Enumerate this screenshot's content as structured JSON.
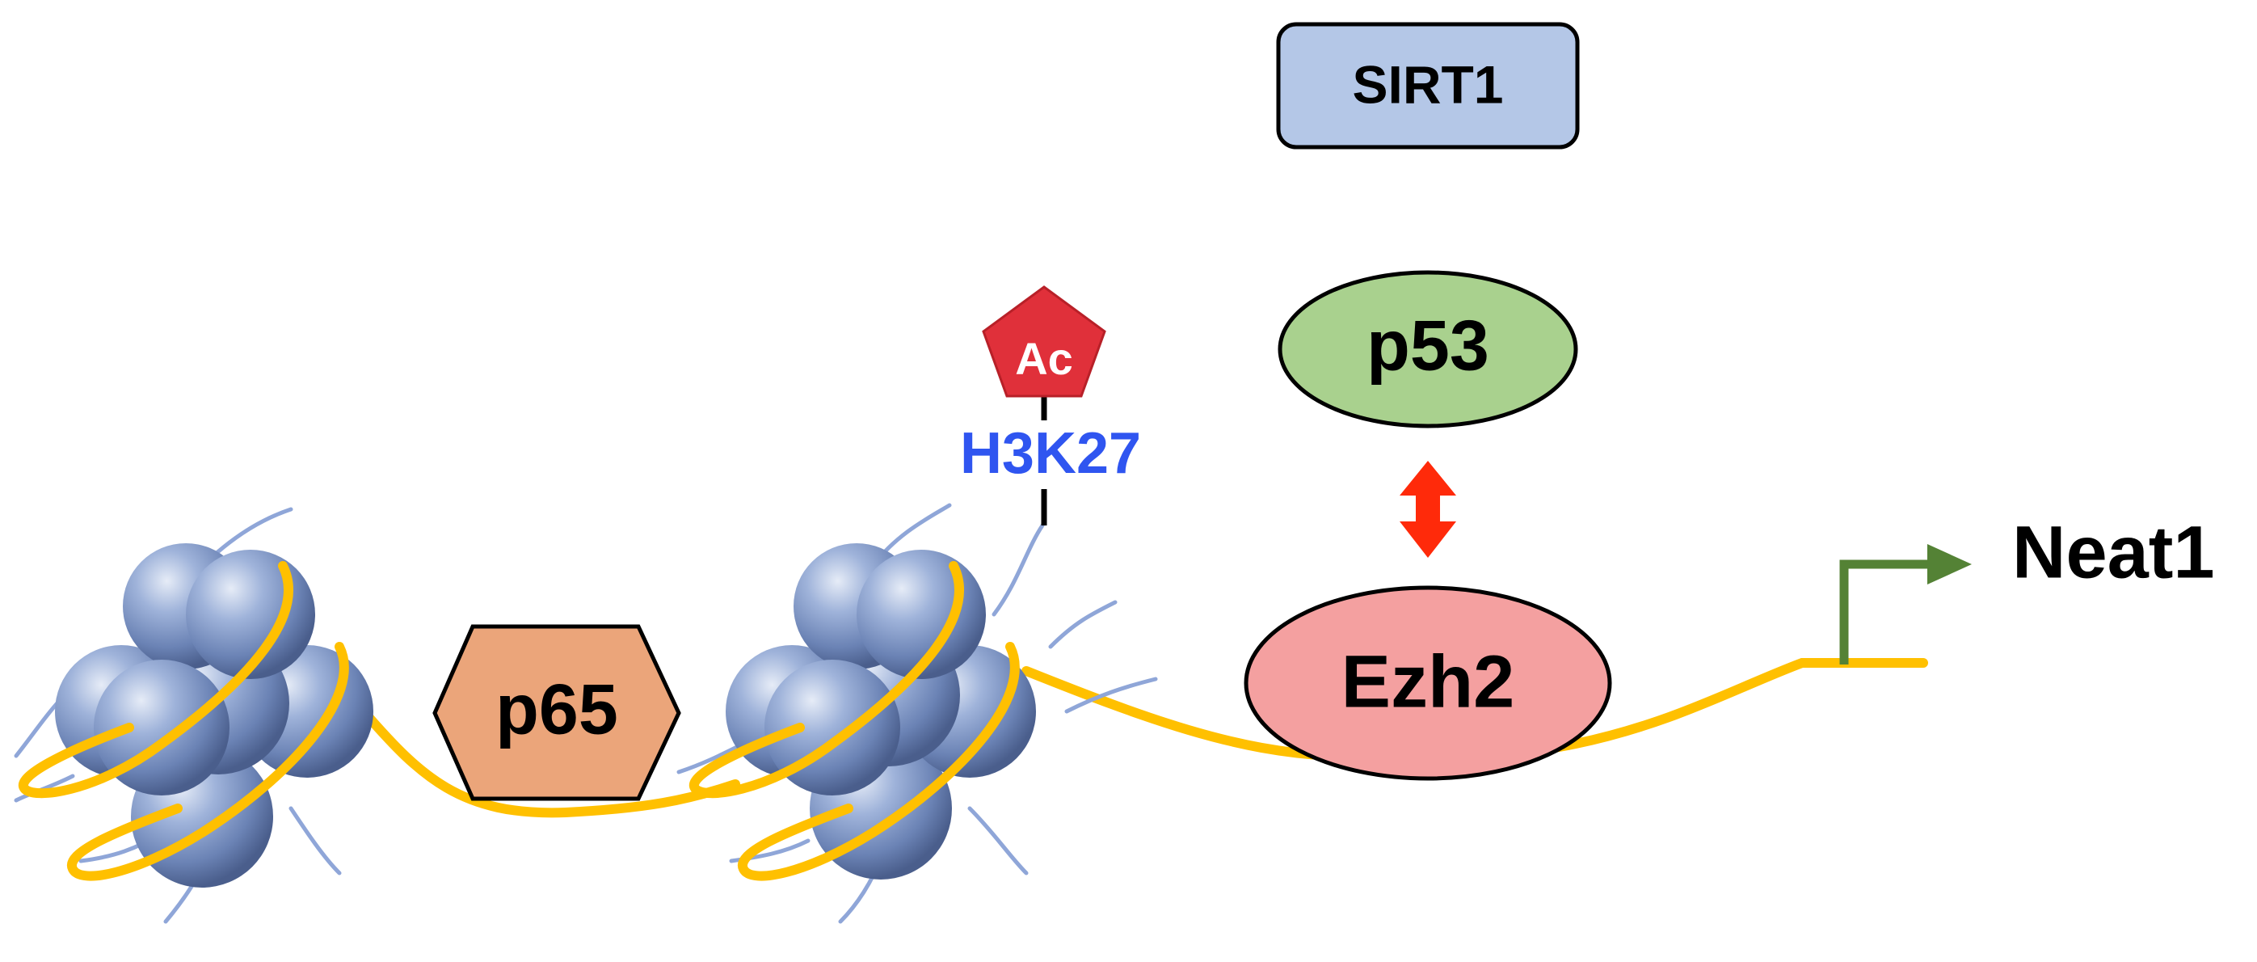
{
  "labels": {
    "sirt1": "SIRT1",
    "p53": "p53",
    "ezh2": "Ezh2",
    "p65": "p65",
    "ac": "Ac",
    "h3k27": "H3K27",
    "neat1": "Neat1"
  },
  "colors": {
    "background": "#ffffff",
    "dna_strand": "#FFC000",
    "histone_sphere": "#8FA6D0",
    "histone_tail": "#8FA6D8",
    "sirt1_fill": "#B4C7E7",
    "p53_fill": "#A9D18E",
    "ezh2_fill": "#F4A0A0",
    "p65_fill": "#EBA57A",
    "ac_fill": "#E0303A",
    "h3k27_text": "#2F55F0",
    "interaction_arrow": "#FF2A0A",
    "tss_arrow": "#548235",
    "text": "#000000"
  },
  "icons": {
    "nucleosome": "nucleosome-icon",
    "transcription_start": "bent-arrow-icon",
    "interaction": "double-headed-arrow-icon"
  }
}
